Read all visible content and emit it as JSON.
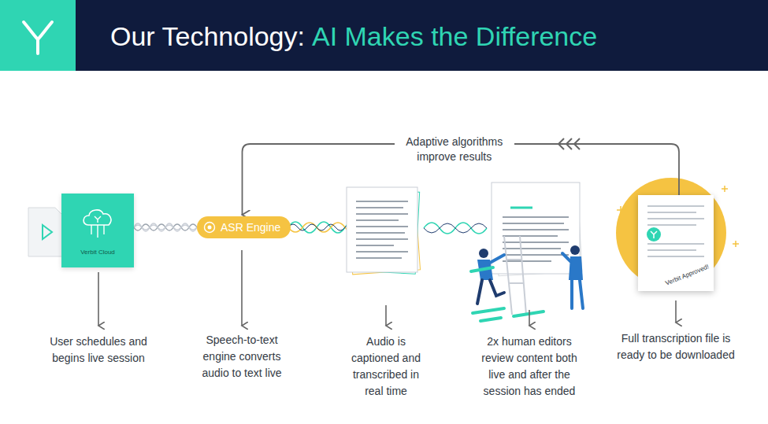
{
  "diagram": {
    "title": "Our Technology:",
    "nodes": [
      {
        "text": [
          "Verbit Cloud"
        ]
      },
      {
        "text": [
          "ASR Engine"
        ]
      },
      {
        "text": [
          "Verbit Approved!"
        ]
      }
    ],
    "edges": [
      {
        "from": 0,
        "to": 1,
        "arrow": "none"
      },
      {
        "from": 2,
        "to": 1,
        "label": "Adaptive algorithms improve results",
        "arrow": "to"
      }
    ],
    "labels": [
      "AI Makes the Difference",
      "User schedules and begins live session",
      "Speech-to-text engine converts audio to text live",
      "Audio is captioned and transcribed in real time",
      "2x human editors review content both live and after the session has ended",
      "Full transcription file is ready to be downloaded"
    ]
  }
}
